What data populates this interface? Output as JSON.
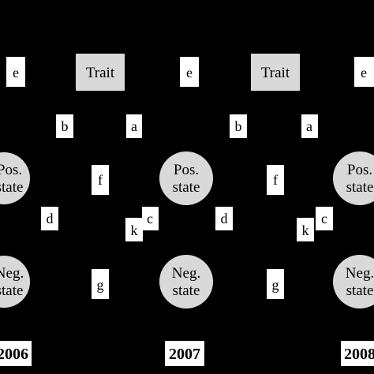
{
  "trait": {
    "label": "Trait"
  },
  "states": {
    "positive": [
      "Pos.",
      "state"
    ],
    "negative": [
      "Neg.",
      "state"
    ]
  },
  "paths": {
    "e": "e",
    "a": "a",
    "b": "b",
    "f": "f",
    "c": "c",
    "d": "d",
    "k": "k",
    "g": "g"
  },
  "years": [
    "2006",
    "2007",
    "2008"
  ],
  "colors": {
    "background": "#000000",
    "node_fill": "#d9d9d9",
    "label_fill": "#ffffff",
    "text": "#000000"
  }
}
